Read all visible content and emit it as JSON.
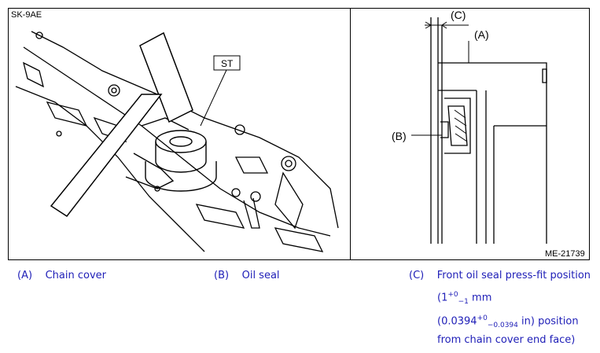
{
  "figure": {
    "code_top_left": "SK-9AE",
    "code_bottom_right": "ME-21739",
    "tool_label": "ST",
    "callout_a": "(A)",
    "callout_b": "(B)",
    "callout_c": "(C)"
  },
  "legend": {
    "a": {
      "key": "(A)",
      "label": "Chain cover"
    },
    "b": {
      "key": "(B)",
      "label": "Oil seal"
    },
    "c": {
      "key": "(C)",
      "label": "Front oil seal press-fit position",
      "line2": {
        "base": "1",
        "sup": "+0",
        "sub": "−1",
        "unit": " mm"
      },
      "line3": {
        "open": "(0.0394",
        "sup": "+0",
        "sub": "−0.0394",
        "unit": " in) position"
      },
      "line4": "from chain cover end face)"
    }
  },
  "colors": {
    "caption": "#2020b8",
    "line_art": "#000000"
  }
}
